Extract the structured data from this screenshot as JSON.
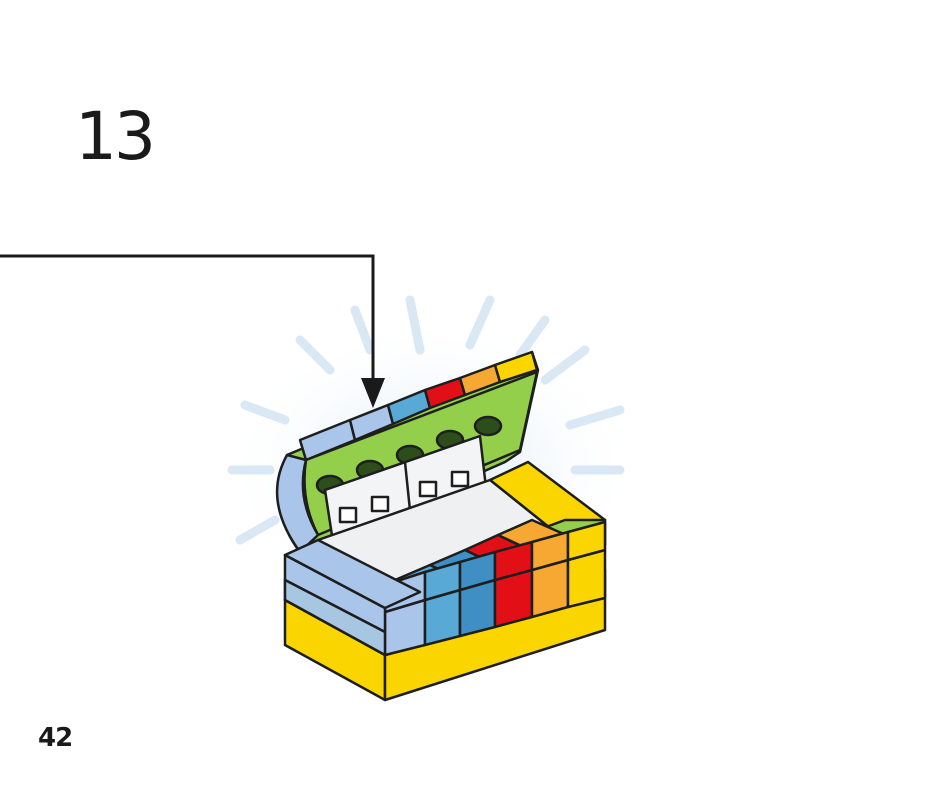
{
  "step": {
    "number": "13"
  },
  "page": {
    "number": "42"
  },
  "model": {
    "name": "treasure-chest",
    "lid_state": "open",
    "brick_colors": [
      "#a9c6ea",
      "#59a9d6",
      "#3f8fc4",
      "#e30f16",
      "#f6a833",
      "#fbd500"
    ],
    "trim_color": "#93cf4a",
    "base_color": "#fbd500"
  },
  "icons": [
    "down-arrow-icon",
    "glow-burst-icon"
  ]
}
